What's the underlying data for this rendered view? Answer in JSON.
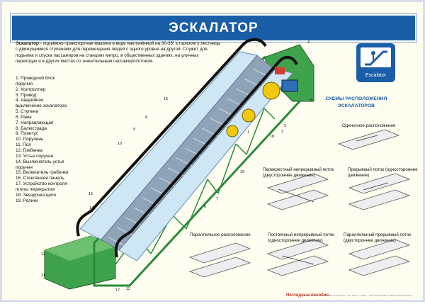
{
  "title": "ЭСКАЛАТОР",
  "intro": {
    "term": "Эскалатор",
    "text": " - подъёмно-транспортная машина в виде наклонённой на 30-35° к горизонту лестницы с движущимися ступенями для перемещения людей с одного уровня на другой. Служит для подъема и спуска пассажиров на станциях метро, в общественных зданиях, на уличных переходах и в других местах со значительным пассажиропотоком."
  },
  "parts": [
    "1. Приводной блок",
    "поручня",
    "2. Контроллер",
    "3. Привод",
    "4. Аварийное",
    "выключение эскалатора",
    "5. Ступени",
    "6. Рама",
    "7. Направляющая",
    "8. Балюстрада",
    "9. Плинтус",
    "10. Поручень",
    "11. Пол",
    "12. Гребенка",
    "13. Устье поручня",
    "14. Выключатель устья",
    "поручня",
    "15. Включатель гребенки",
    "16. Стеклянная панель",
    "17. Устройство контроля",
    "плиты перекрытия",
    "18. Звездочка цепи",
    "19. Ролики"
  ],
  "sign_label": "Escalator",
  "schemes_title": "СХЕМЫ РАСПОЛОЖЕНИЯ ЭСКАЛАТОРОВ",
  "schemes": {
    "single": "Одиночное расположение",
    "cross_continuous": "Перекрестный непрерывный поток (двустороннее движение)",
    "interrupted_one": "Прерывный поток (одностороннее движение)",
    "parallel": "Параллельное расположение",
    "continuous_one": "Постоянный непрерывный поток (одностороннее движение)",
    "parallel_interrupted": "Параллельный прерывный поток (двустороннее движение)"
  },
  "callouts": [
    "1",
    "2",
    "3",
    "4",
    "5",
    "6",
    "7",
    "8",
    "9",
    "10",
    "11",
    "12",
    "13",
    "14",
    "15",
    "16",
    "17",
    "18",
    "19"
  ],
  "brand": "Наглядные пособия",
  "footer": "Изготовитель ООО «Учебная наглядность». Тел. факс: +7 (495) ... www.school-posters.ru  Все права защищены"
}
